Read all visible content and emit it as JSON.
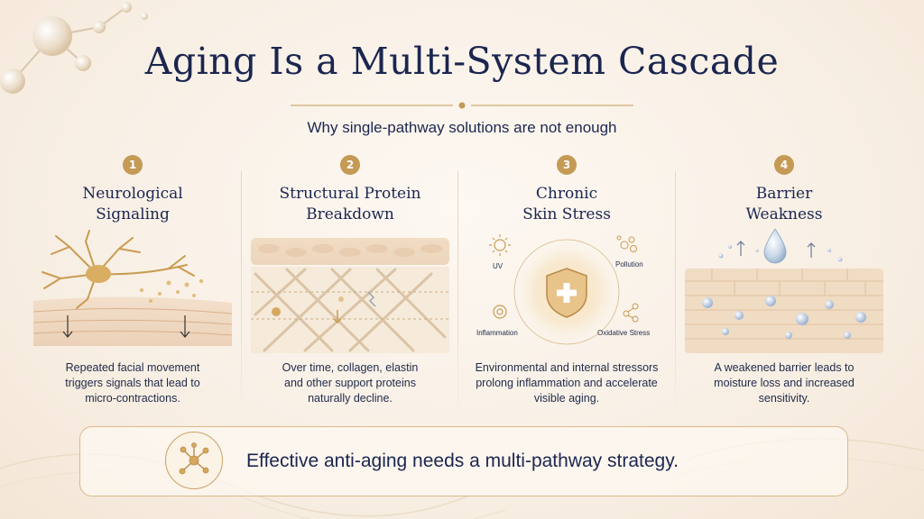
{
  "title": "Aging Is a Multi-System Cascade",
  "subtitle": "Why single-pathway solutions are not enough",
  "columns": [
    {
      "number": "1",
      "heading_line1": "Neurological",
      "heading_line2": "Signaling",
      "icon": "neuron-icon",
      "description_lines": [
        "Repeated facial movement",
        "triggers signals that lead to",
        "micro-contractions."
      ]
    },
    {
      "number": "2",
      "heading_line1": "Structural Protein",
      "heading_line2": "Breakdown",
      "icon": "collagen-fibers-icon",
      "description_lines": [
        "Over time, collagen, elastin",
        "and other support proteins",
        "naturally decline."
      ]
    },
    {
      "number": "3",
      "heading_line1": "Chronic",
      "heading_line2": "Skin Stress",
      "icon": "shield-icon",
      "stressors": {
        "uv": "UV",
        "pollution": "Pollution",
        "inflammation": "Inflammation",
        "oxidative": "Oxidative Stress"
      },
      "description_lines": [
        "Environmental and internal stressors",
        "prolong inflammation and accelerate",
        "visible aging."
      ]
    },
    {
      "number": "4",
      "heading_line1": "Barrier",
      "heading_line2": "Weakness",
      "icon": "water-drop-icon",
      "description_lines": [
        "A weakened barrier leads to",
        "moisture loss and increased",
        "sensitivity."
      ]
    }
  ],
  "footer": {
    "text": "Effective anti-aging needs a multi-pathway strategy.",
    "icon": "molecule-network-icon"
  },
  "colors": {
    "navy": "#1b2650",
    "gold": "#c49a55",
    "cream": "#fdf8f2"
  }
}
